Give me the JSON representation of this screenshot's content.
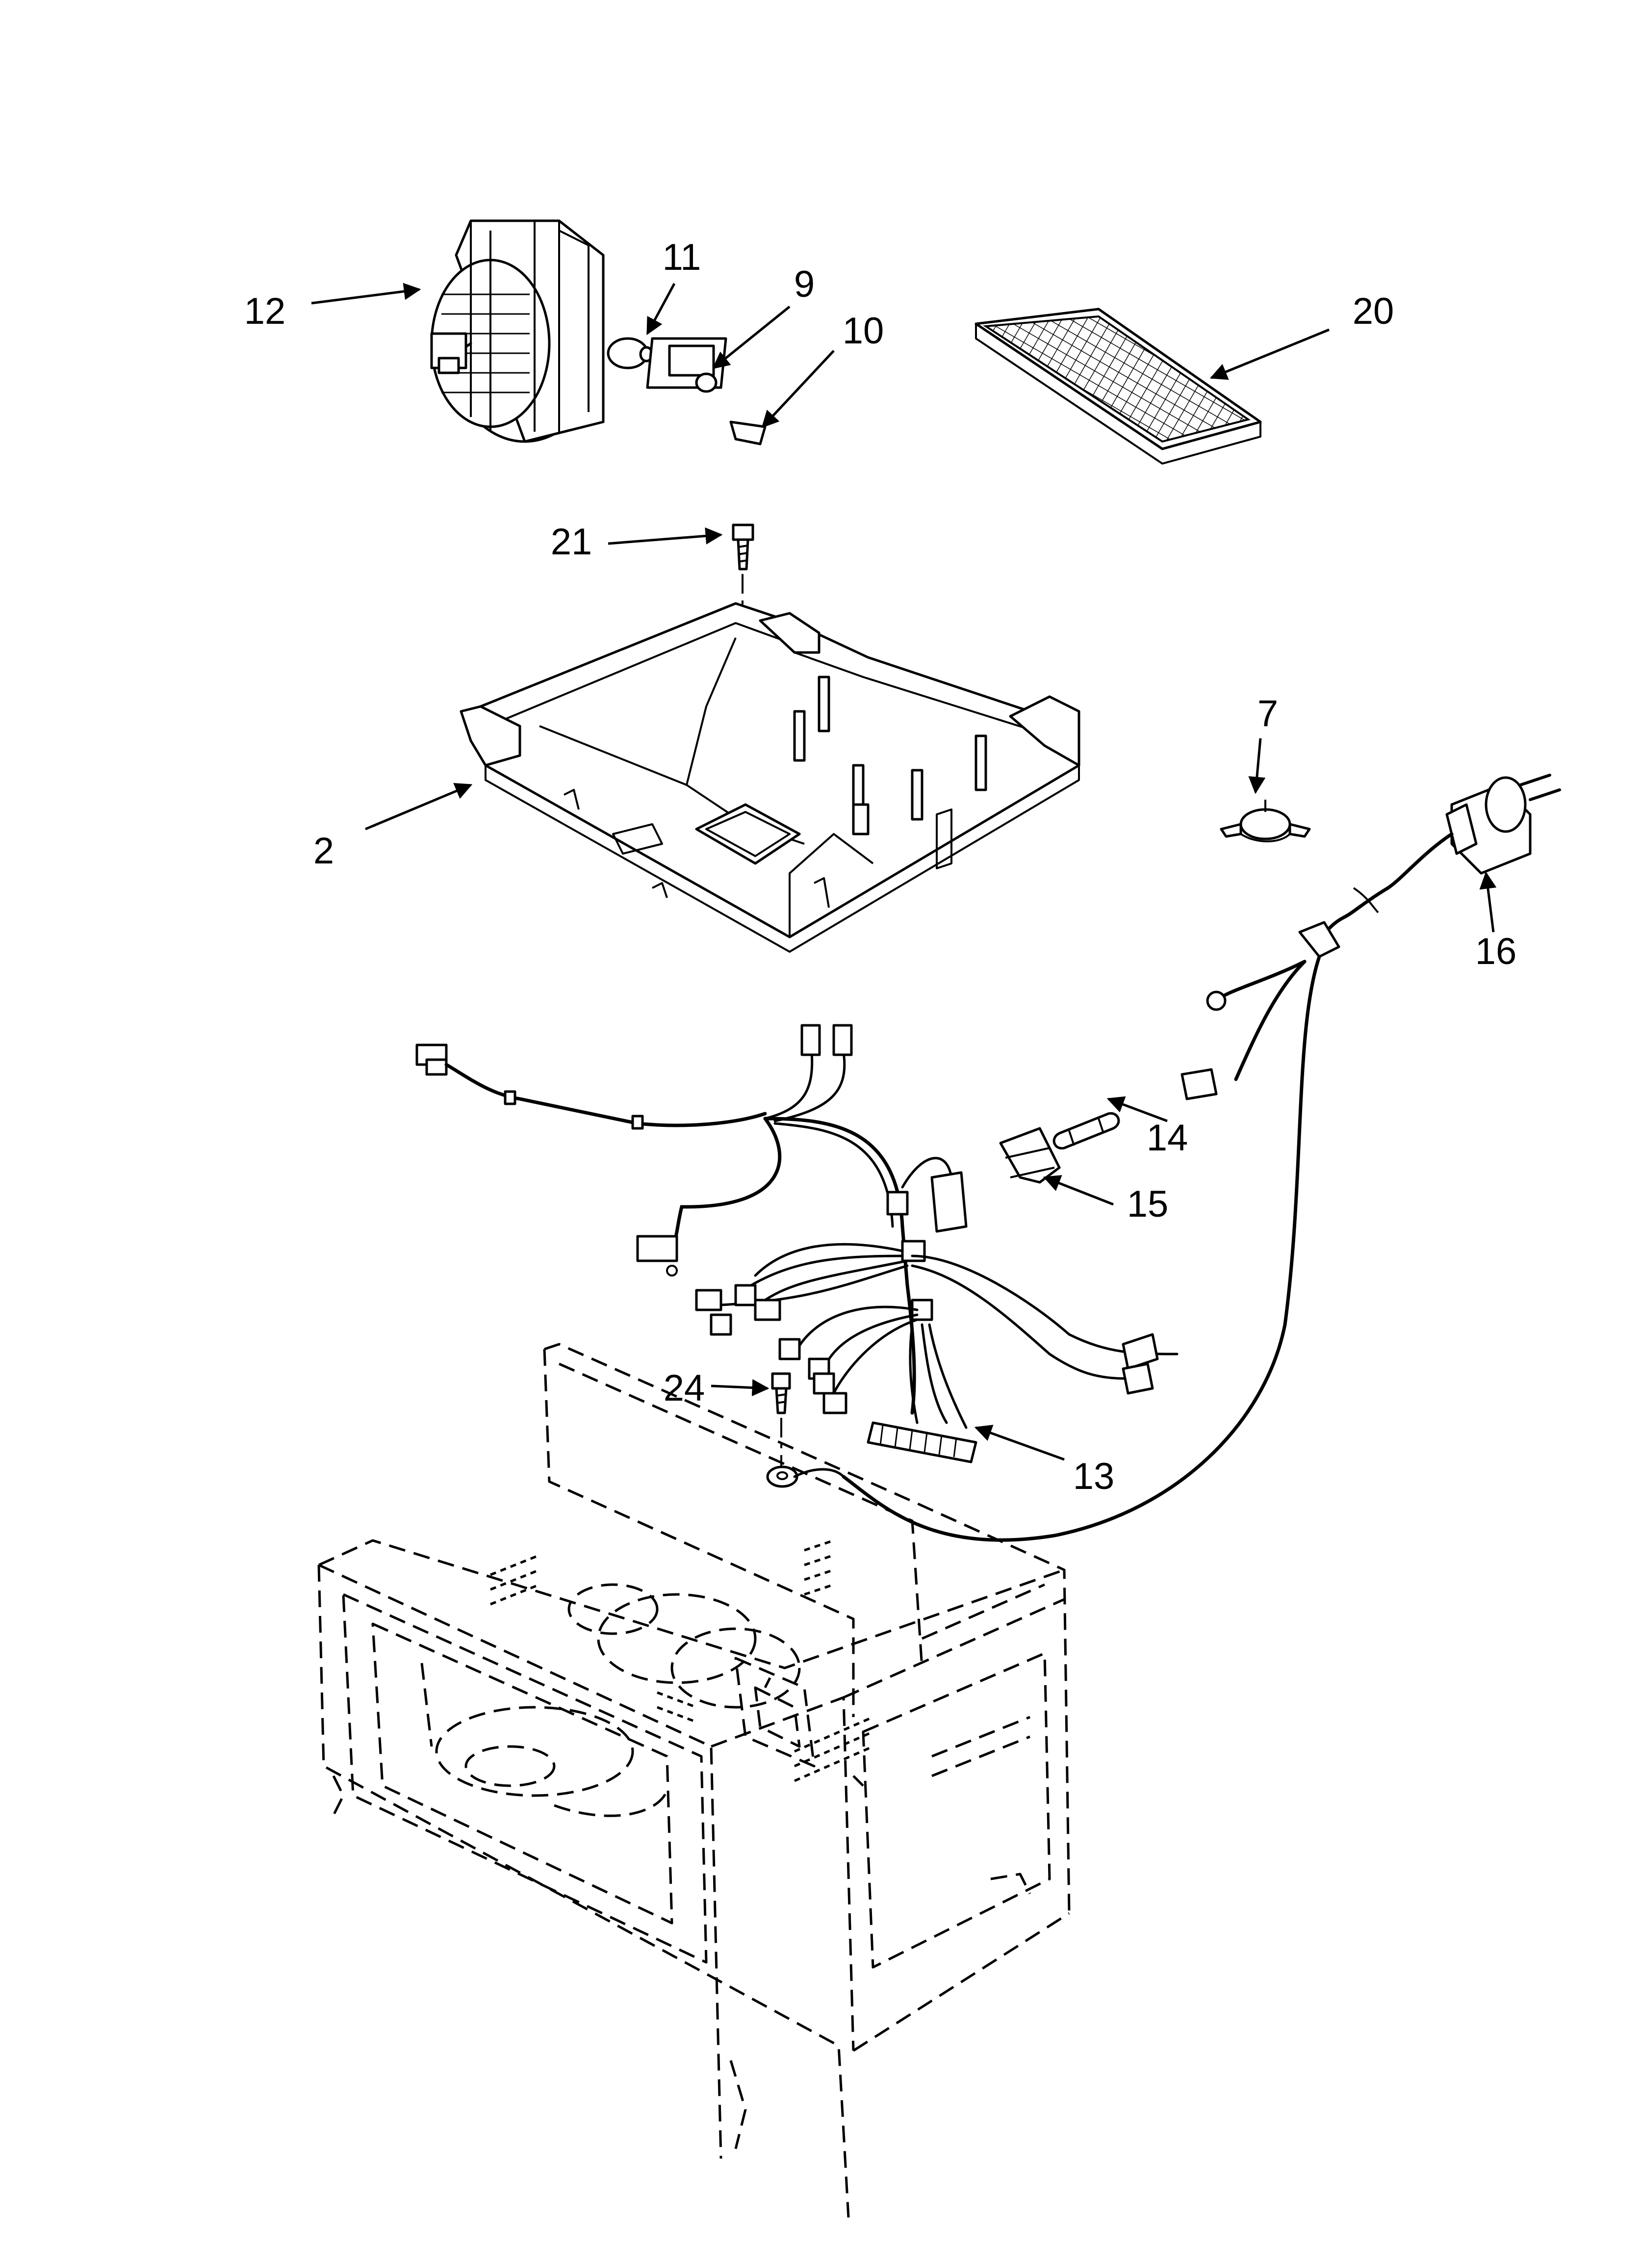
{
  "callouts": {
    "c12": "12",
    "c11": "11",
    "c9": "9",
    "c10": "10",
    "c20": "20",
    "c21": "21",
    "c2": "2",
    "c7": "7",
    "c16": "16",
    "c14": "14",
    "c15": "15",
    "c24": "24",
    "c13": "13"
  },
  "colors": {
    "line": "#000000",
    "background": "#ffffff"
  }
}
